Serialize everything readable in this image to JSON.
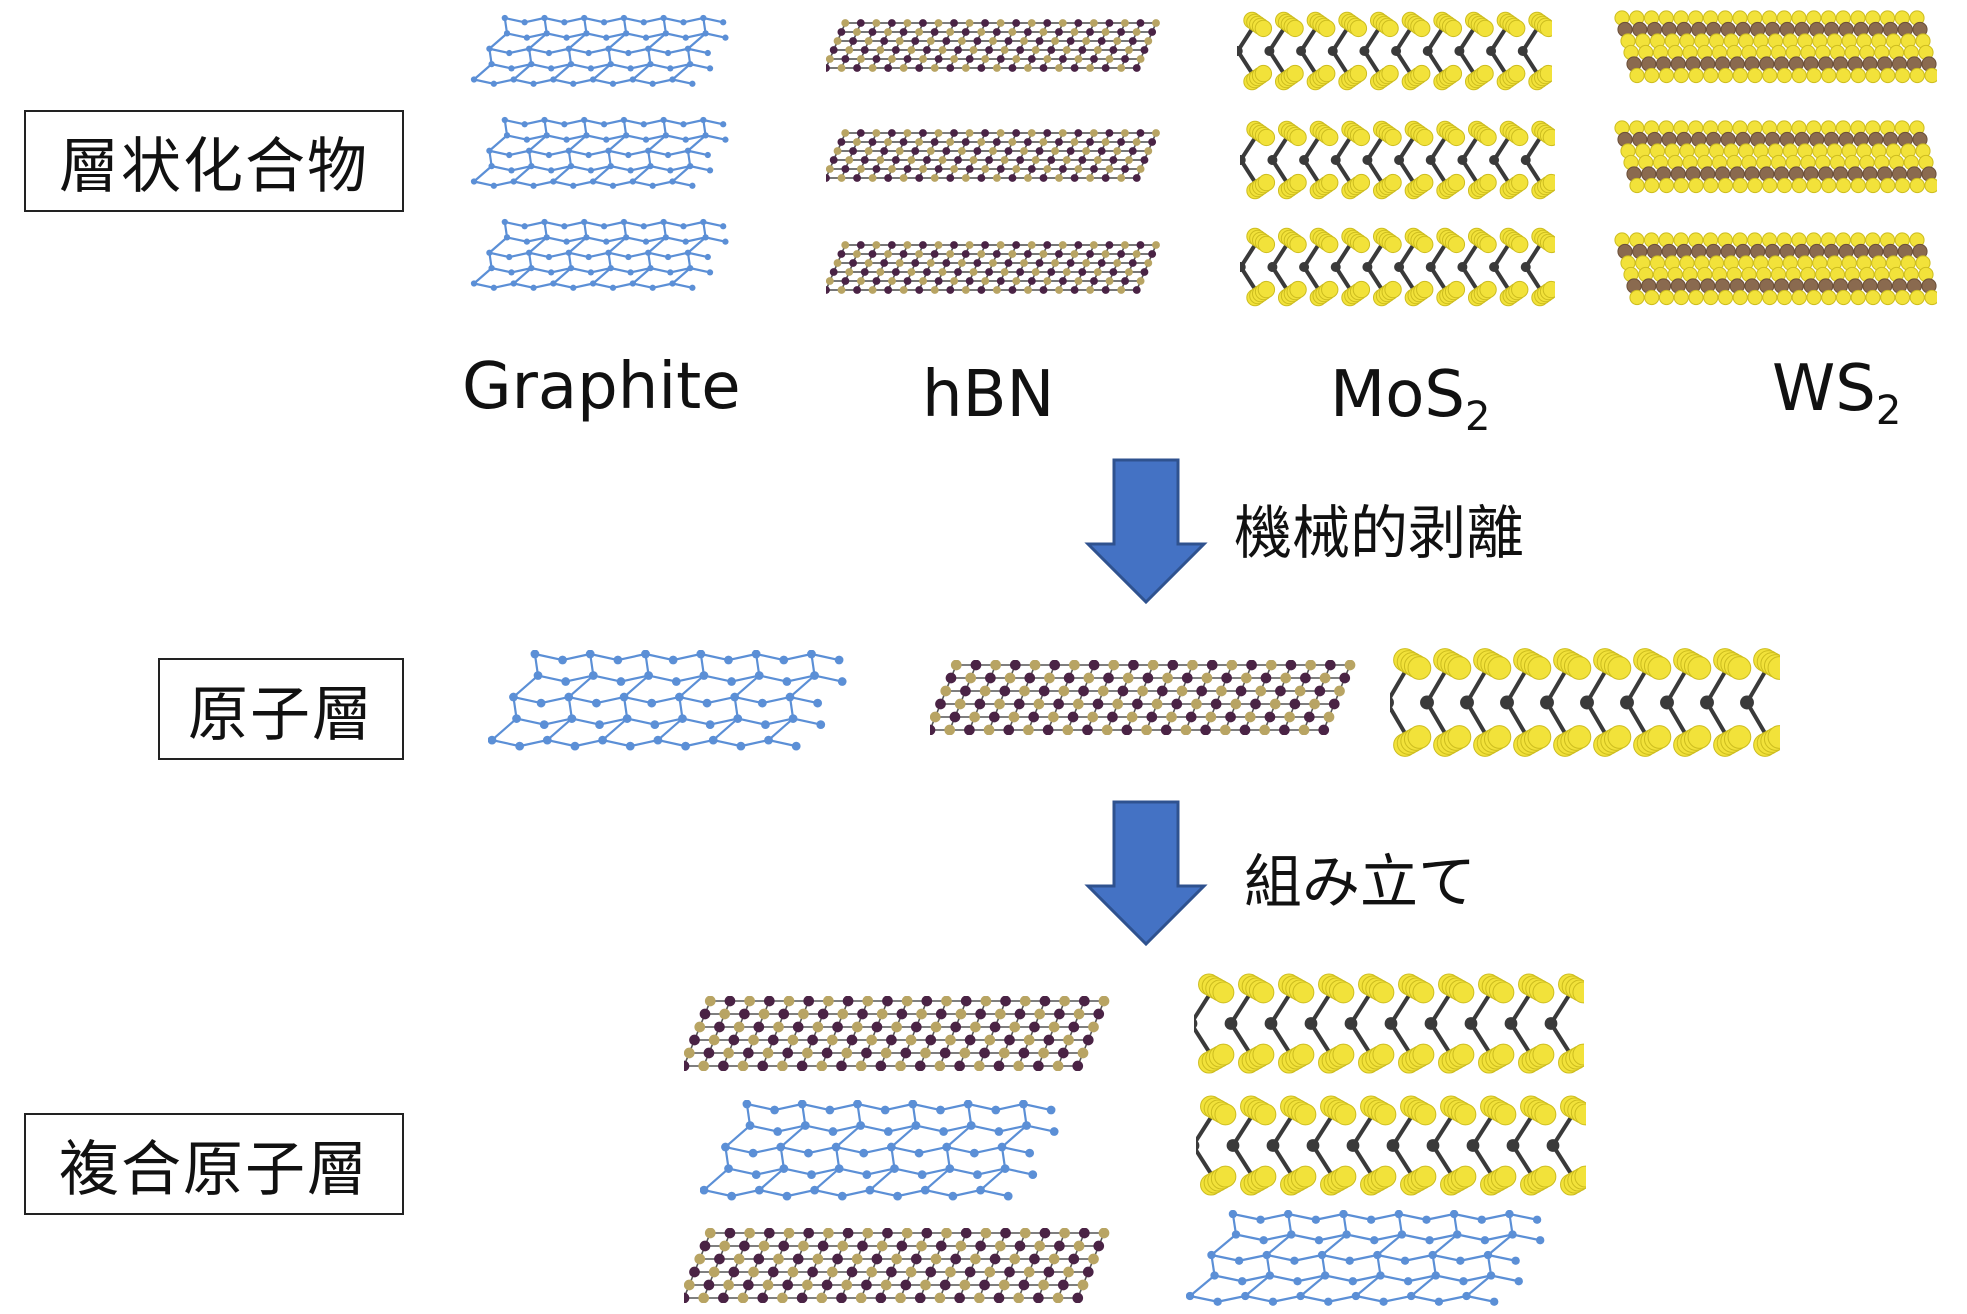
{
  "boxes": {
    "layered": "層状化合物",
    "atomic": "原子層",
    "composite": "複合原子層"
  },
  "materials": {
    "graphite": "Graphite",
    "hbn": "hBN",
    "mos2_main": "MoS",
    "mos2_sub": "2",
    "ws2_main": "WS",
    "ws2_sub": "2"
  },
  "steps": {
    "exfoliation": "機械的剥離",
    "assembly": "組み立て"
  },
  "colors": {
    "graphene": "#5b8fd6",
    "boron": "#b8a463",
    "nitrogen": "#4a2345",
    "sulfur": "#f2e23a",
    "moly": "#3a3a3a",
    "tungsten": "#8a6a4f",
    "arrow": "#4472c4"
  }
}
